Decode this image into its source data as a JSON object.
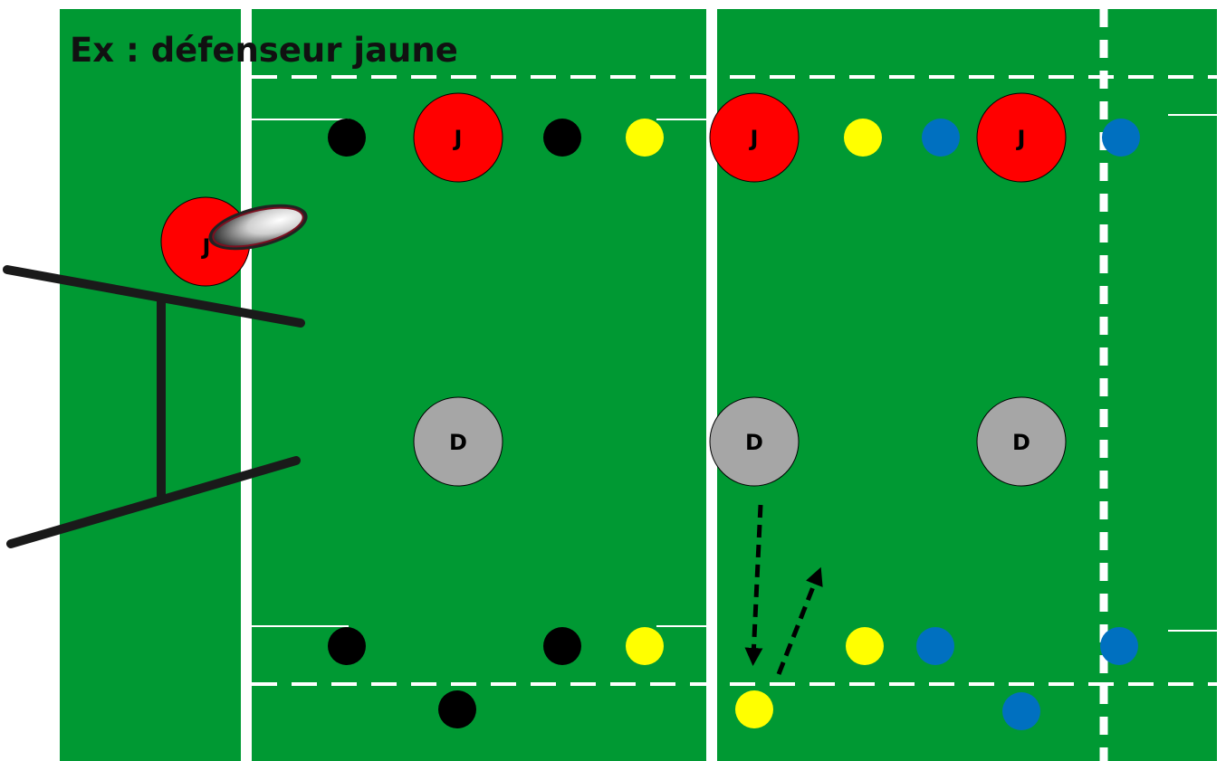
{
  "title": "Ex : défenseur jaune",
  "labels": {
    "attacker": "J",
    "defender": "D"
  },
  "colors": {
    "pitch": "#009933",
    "line": "#ffffff",
    "attacker": "#ff0000",
    "defender": "#a6a6a6",
    "cone_black": "#000000",
    "cone_yellow": "#ffff00",
    "cone_blue": "#0070c0",
    "posts": "#1a1a1a"
  },
  "icons": {
    "ball": "rugby-ball-icon",
    "posts": "goal-posts-icon"
  }
}
